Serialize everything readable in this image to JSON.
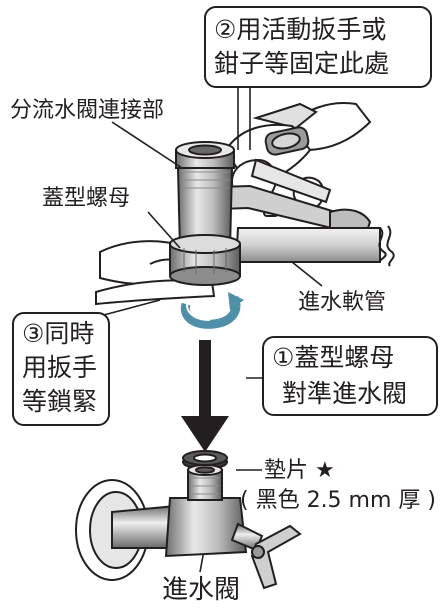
{
  "labels": {
    "diverter_connector": "分流水閥連接部",
    "cap_nut": "蓋型螺母",
    "inlet_hose": "進水軟管",
    "gasket": "墊片 ★",
    "gasket_spec": "( 黑色 2.5 mm 厚 )",
    "inlet_valve": "進水閥"
  },
  "callouts": {
    "step2": {
      "line1": "②用活動扳手或",
      "line2": "鉗子等固定此處"
    },
    "step3": {
      "line1": "③同時",
      "line2": "用扳手",
      "line3": "等鎖緊"
    },
    "step1": {
      "line1": "①蓋型螺母",
      "line2": "對準進水閥"
    }
  },
  "colors": {
    "ink": "#231f20",
    "pipe_fill": "#d9d9d9",
    "pipe_dark": "#7a7a7a",
    "hand_fill": "#ffffff",
    "rotation_arrow": "#4f8fa8"
  }
}
